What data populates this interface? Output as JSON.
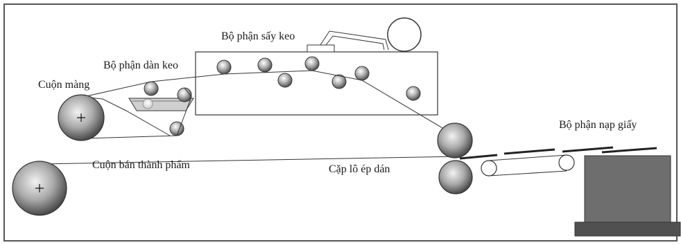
{
  "labels": {
    "dryer": "Bộ phận sấy keo",
    "glue_applicator": "Bộ phận dàn keo",
    "film_roll": "Cuộn màng",
    "paper_feeder": "Bộ phận nạp giấy",
    "semi_product_roll": "Cuộn bán thành phẩm",
    "press_rollers": "Cặp lô ép dán"
  },
  "colors": {
    "line": "#333333",
    "roller_light": "#f2f2f2",
    "roller_dark": "#4a4a4a",
    "paper_stack": "#6e6e6e",
    "base": "#505050"
  }
}
